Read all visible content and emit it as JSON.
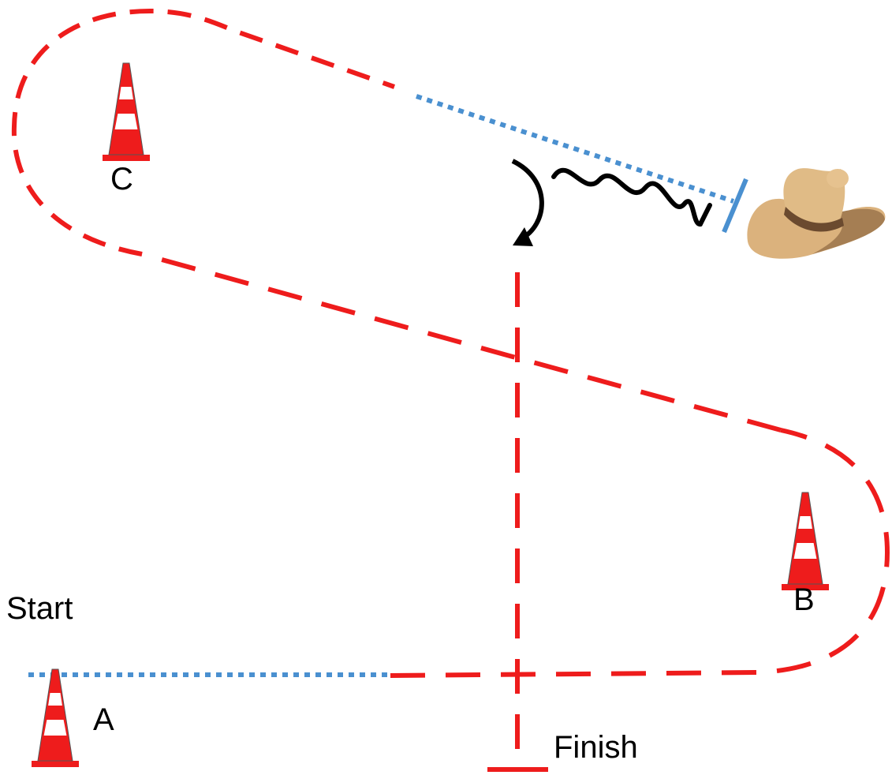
{
  "labels": {
    "start": "Start",
    "finish": "Finish",
    "cone_a": "A",
    "cone_b": "B",
    "cone_c": "C"
  },
  "colors": {
    "path": "#ee1c1c",
    "dotted": "#4a90d0",
    "cone_red": "#ee1c1c",
    "cone_white": "#ffffff",
    "arrow": "#000000",
    "hat": "#d9b07a"
  },
  "icons": {
    "cone": "traffic-cone-icon",
    "hat": "cowboy-hat-icon",
    "arrow": "curved-arrow-icon",
    "squiggle": "wavy-line-icon"
  }
}
